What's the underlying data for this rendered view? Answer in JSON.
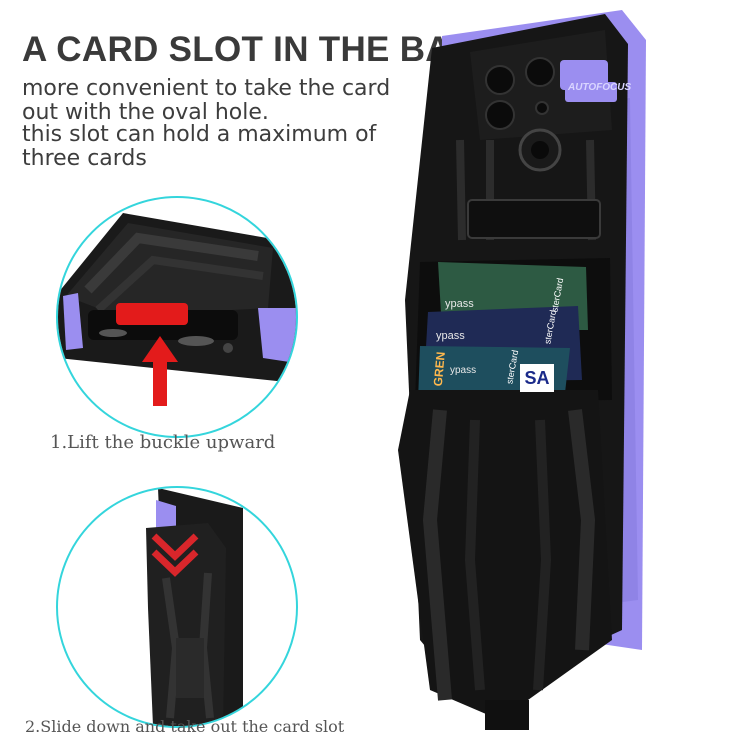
{
  "heading": "A CARD SLOT IN THE BACK",
  "description": [
    "more convenient to take the card",
    "out with the oval hole.",
    "this slot can hold a maximum of",
    "three cards"
  ],
  "steps": [
    "1.Lift the buckle upward",
    "2.Slide down and take out the card slot"
  ],
  "camera_label": "AUTOFOCUS",
  "card_texts": {
    "card1_left": "ypass",
    "card1_right": "sterCard",
    "card2_left": "ypass",
    "card2_right": "sterCard",
    "card3_left": "GREN",
    "card3_mid": "ypass",
    "card3_right": "sterCard",
    "card3_visa": "SA"
  },
  "colors": {
    "accent_purple": "#9b8ef0",
    "circle_cyan": "#34d5dc",
    "arrow_red": "#e31b1b",
    "case_black": "#151515"
  },
  "icons": [
    "up-arrow-icon",
    "chevron-arrows-icon",
    "camera-lens-icon",
    "ring-holder-icon"
  ]
}
